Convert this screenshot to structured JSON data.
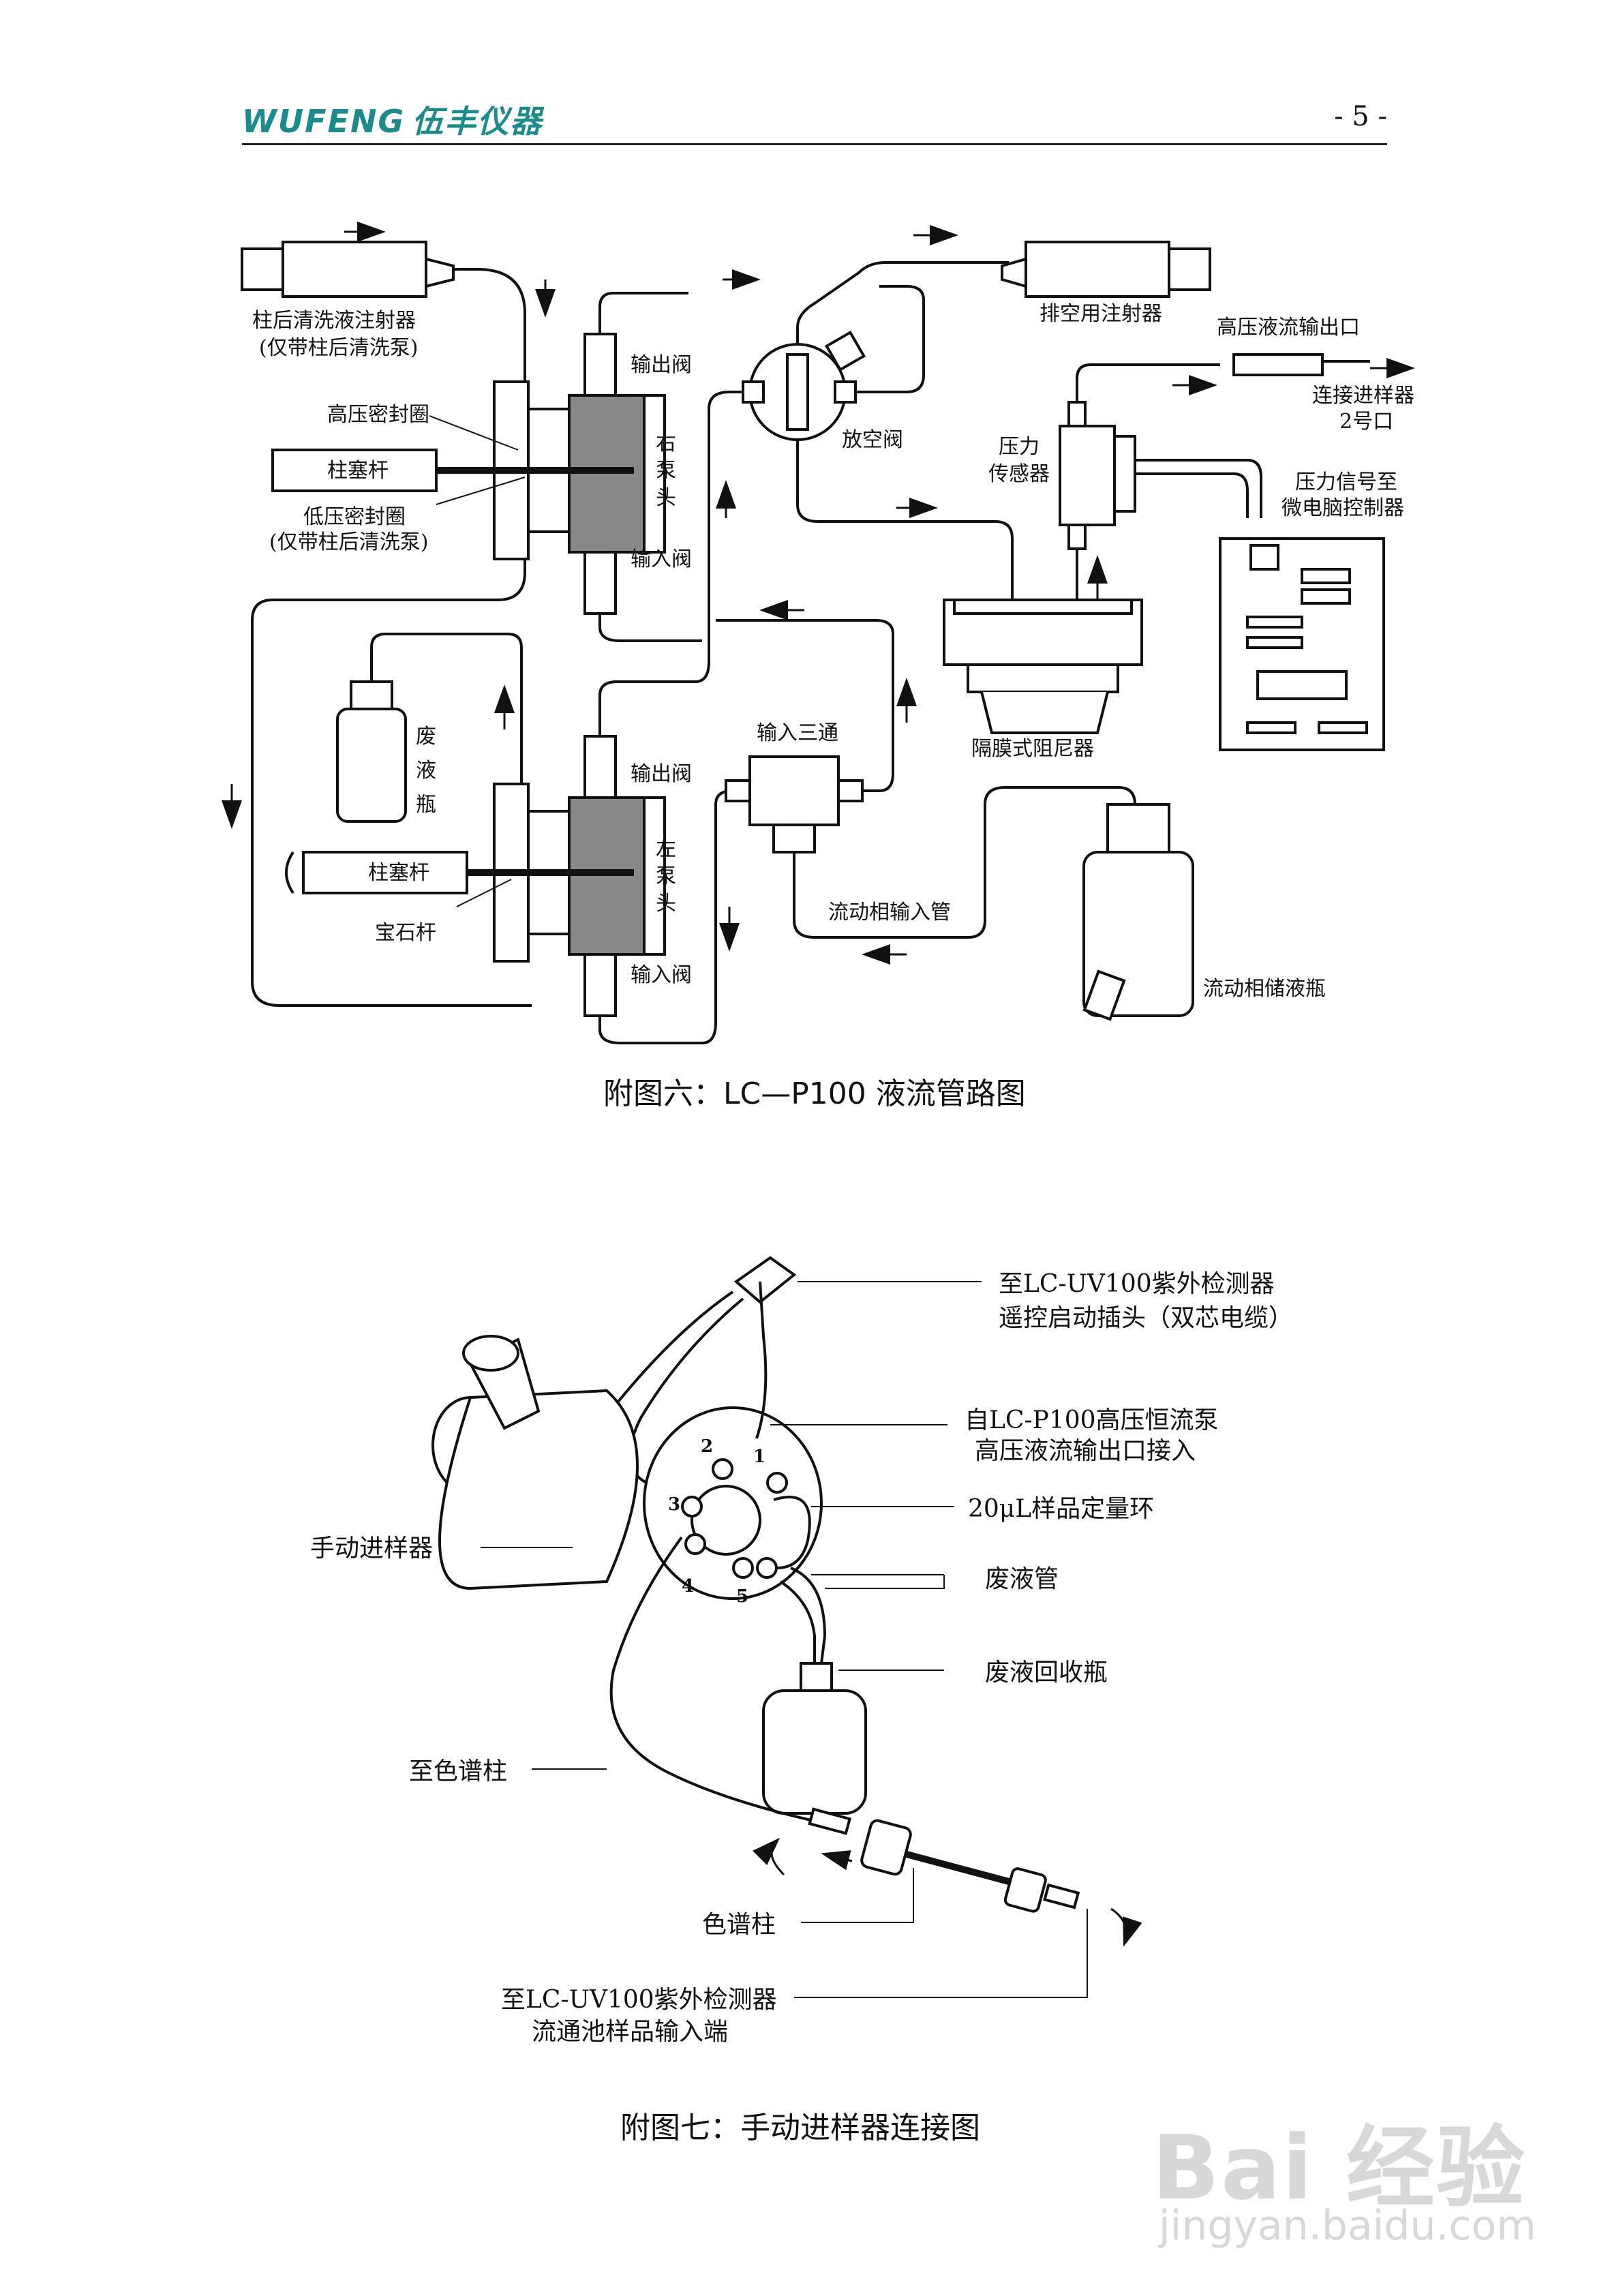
{
  "header": {
    "logo_text": "WUFENG",
    "logo_cn": "伍丰仪器",
    "page_number": "- 5 -",
    "accent": "#1a8c8c"
  },
  "figure6": {
    "caption": "附图六：LC—P100 液流管路图",
    "labels": {
      "flush_syringe_1": "柱后清洗液注射器",
      "flush_syringe_2": "(仅带柱后清洗泵)",
      "hp_seal": "高压密封圈",
      "plunger_right": "柱塞杆",
      "lp_seal_1": "低压密封圈",
      "lp_seal_2": "(仅带柱后清洗泵)",
      "waste_bottle": [
        "废",
        "液",
        "瓶"
      ],
      "plunger_left": "柱塞杆",
      "sapphire_rod": "宝石杆",
      "outlet_valve_right": "输出阀",
      "inlet_valve_right": "输入阀",
      "right_pump_head": [
        "右",
        "泵",
        "头"
      ],
      "outlet_valve_left": "输出阀",
      "inlet_valve_left": "输入阀",
      "left_pump_head": [
        "左",
        "泵",
        "头"
      ],
      "purge_valve": "放空阀",
      "inlet_tee": "输入三通",
      "mobile_phase_tube": "流动相输入管",
      "purge_syringe": "排空用注射器",
      "hp_outlet": "高压液流输出口",
      "to_injector_1": "连接进样器",
      "to_injector_2": "2号口",
      "pressure_sensor_1": "压力",
      "pressure_sensor_2": "传感器",
      "pressure_signal_1": "压力信号至",
      "pressure_signal_2": "微电脑控制器",
      "damper": "隔膜式阻尼器",
      "reservoir": "流动相储液瓶"
    }
  },
  "figure7": {
    "caption": "附图七：手动进样器连接图",
    "labels": {
      "remote_plug_1": "至LC-UV100紫外检测器",
      "remote_plug_2": "遥控启动插头（双芯电缆）",
      "from_pump_1": "自LC-P100高压恒流泵",
      "from_pump_2": "高压液流输出口接入",
      "sample_loop": "20μL样品定量环",
      "waste_tube": "废液管",
      "waste_bottle": "废液回收瓶",
      "manual_injector": "手动进样器",
      "to_column": "至色谱柱",
      "column": "色谱柱",
      "to_detector_1": "至LC-UV100紫外检测器",
      "to_detector_2": "流通池样品输入端"
    },
    "port_numbers": [
      "1",
      "2",
      "3",
      "4",
      "5"
    ]
  },
  "watermark": {
    "text": "Bai 经验",
    "url": "jingyan.baidu.com"
  }
}
